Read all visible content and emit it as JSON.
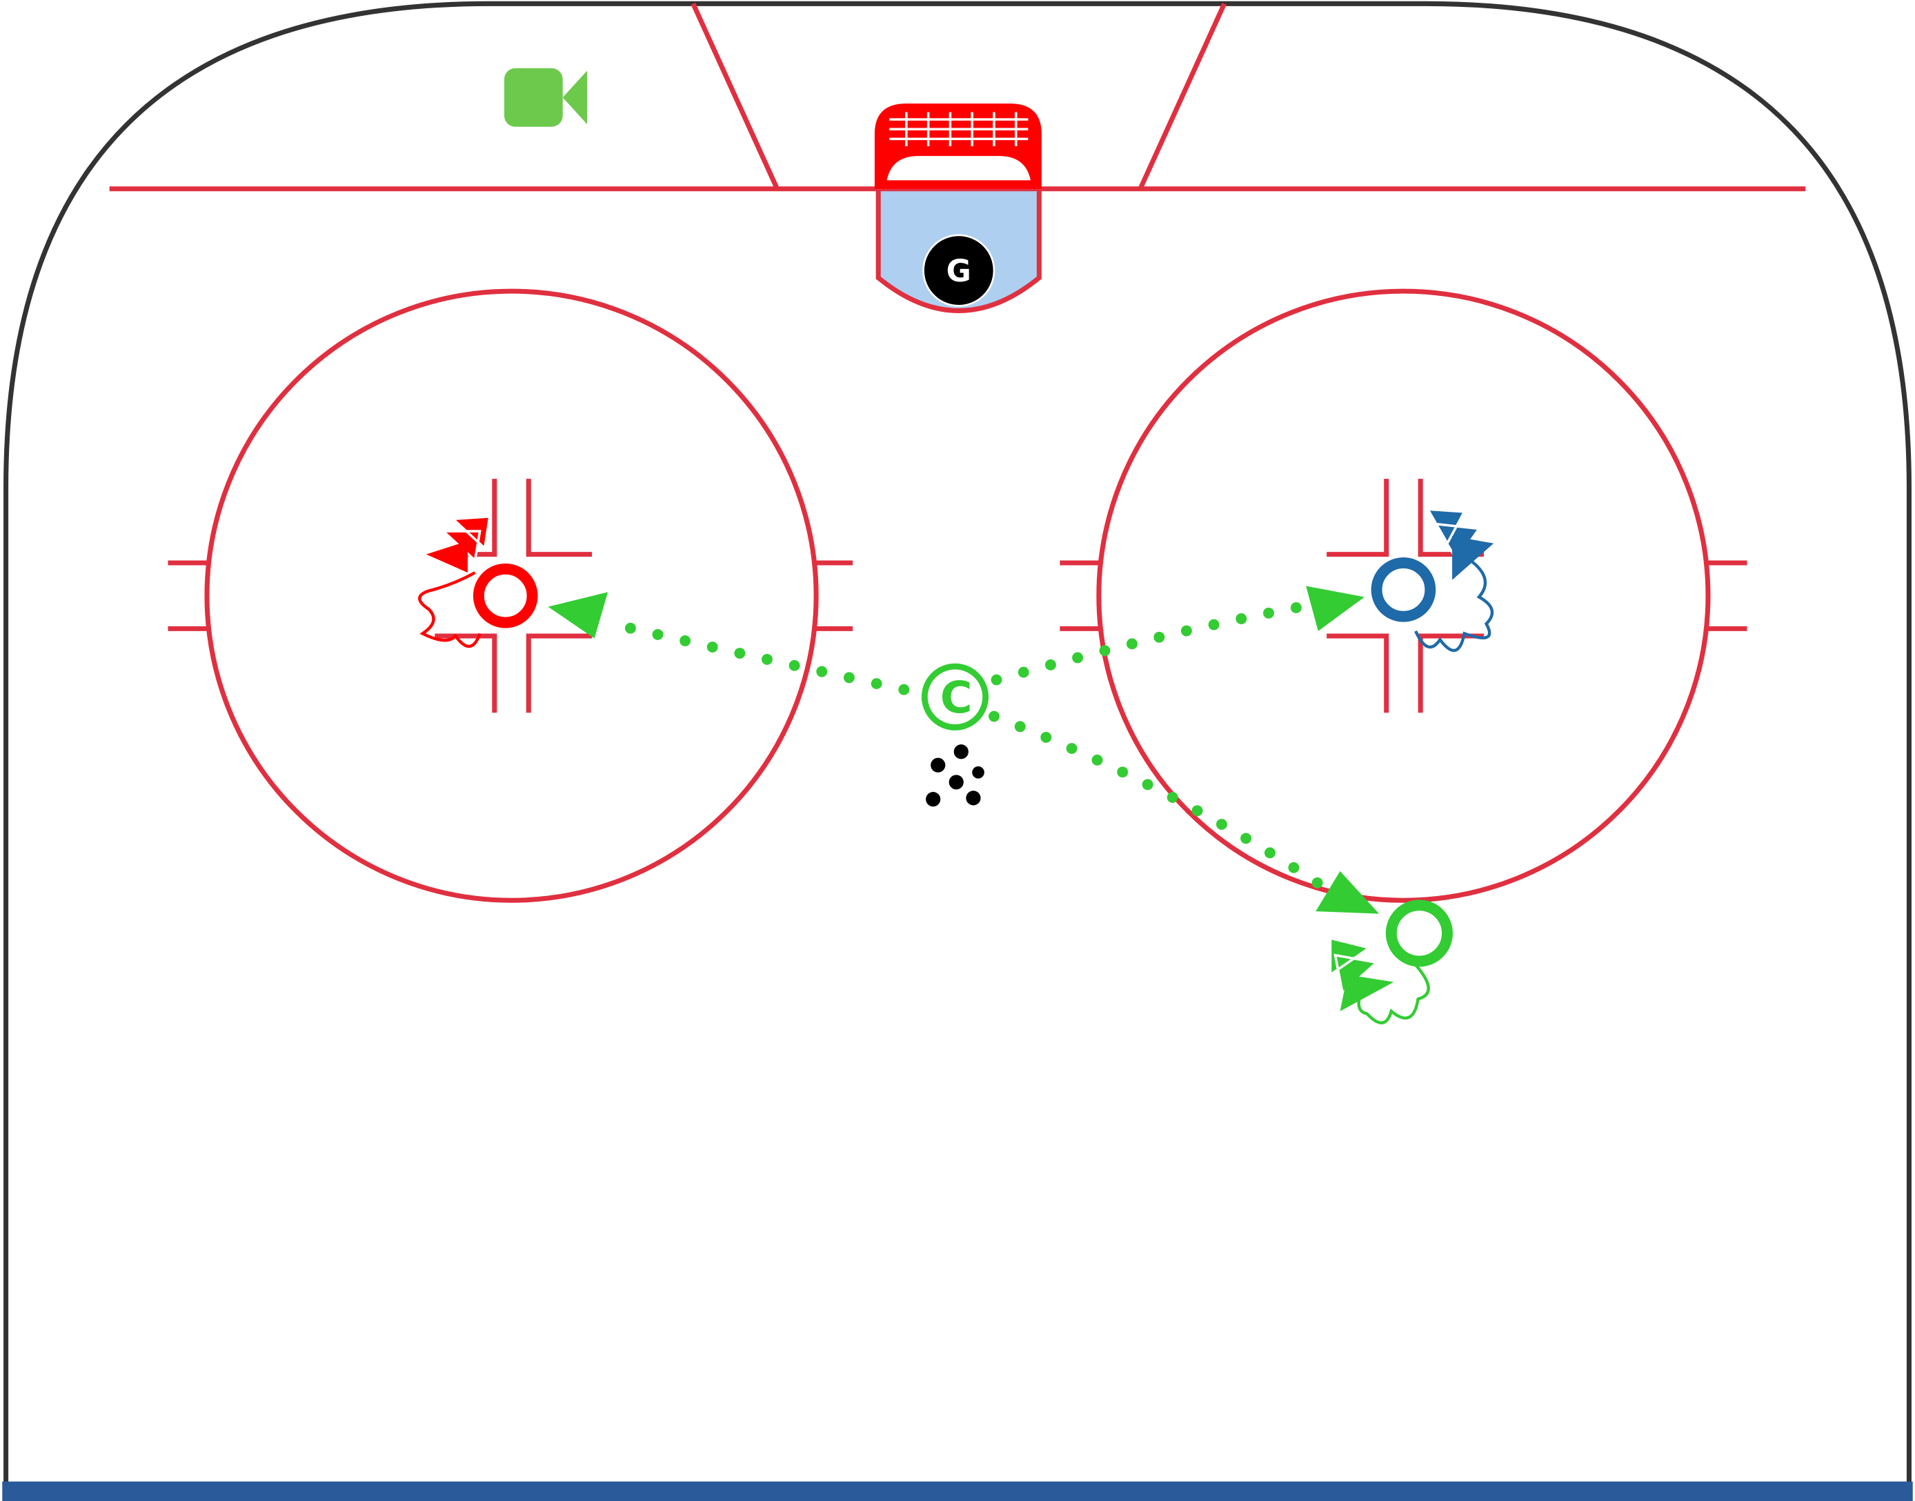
{
  "diagram": {
    "type": "hockey-drill",
    "goalie": {
      "label": "G"
    },
    "coach": {
      "label": "C"
    },
    "players": [
      {
        "team": "red",
        "color": "#ff0000"
      },
      {
        "team": "blue",
        "color": "#1f6aa8"
      },
      {
        "team": "green",
        "color": "#33cc33"
      }
    ],
    "pass_color": "#33cc33",
    "line_color": "#e03040",
    "crease_color": "#aecff0",
    "board_color": "#333333",
    "bottom_bar_color": "#2a5a9a",
    "camera_color": "#6cc94c",
    "puck_count": 6
  }
}
